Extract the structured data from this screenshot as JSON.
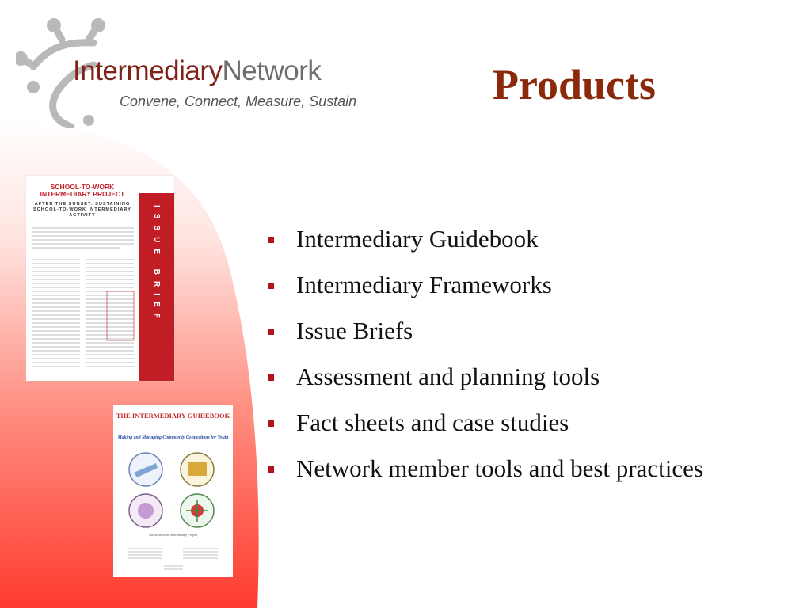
{
  "slide": {
    "title": "Products",
    "logo": {
      "name_part1": "Intermediary",
      "name_part2": "Network",
      "tagline": "Convene, Connect, Measure, Sustain"
    },
    "bullets": [
      "Intermediary Guidebook",
      "Intermediary Frameworks",
      "Issue Briefs",
      "Assessment and planning tools",
      "Fact sheets and case studies",
      "Network member tools and best practices"
    ]
  },
  "issue_brief": {
    "title": "SCHOOL-TO-WORK INTERMEDIARY PROJECT",
    "subtitle": "AFTER THE SUNSET: SUSTAINING SCHOOL-TO-WORK INTERMEDIARY ACTIVITY",
    "side_label": "ISSUE BRIEF"
  },
  "guidebook": {
    "title": "THE INTERMEDIARY GUIDEBOOK",
    "subtitle": "Making and Managing Community Connections for Youth",
    "producer": "School-to-Work Intermediary Project"
  },
  "colors": {
    "title": "#8b2a0a",
    "bullet_marker": "#b3141c",
    "background_gradient": [
      "#ffffff",
      "#ff3b2f"
    ],
    "logo_accent": "#7f2218",
    "logo_gray": "#6e6e6e"
  },
  "icons": [
    "molecule-logo-icon",
    "square-bullet-icon"
  ]
}
